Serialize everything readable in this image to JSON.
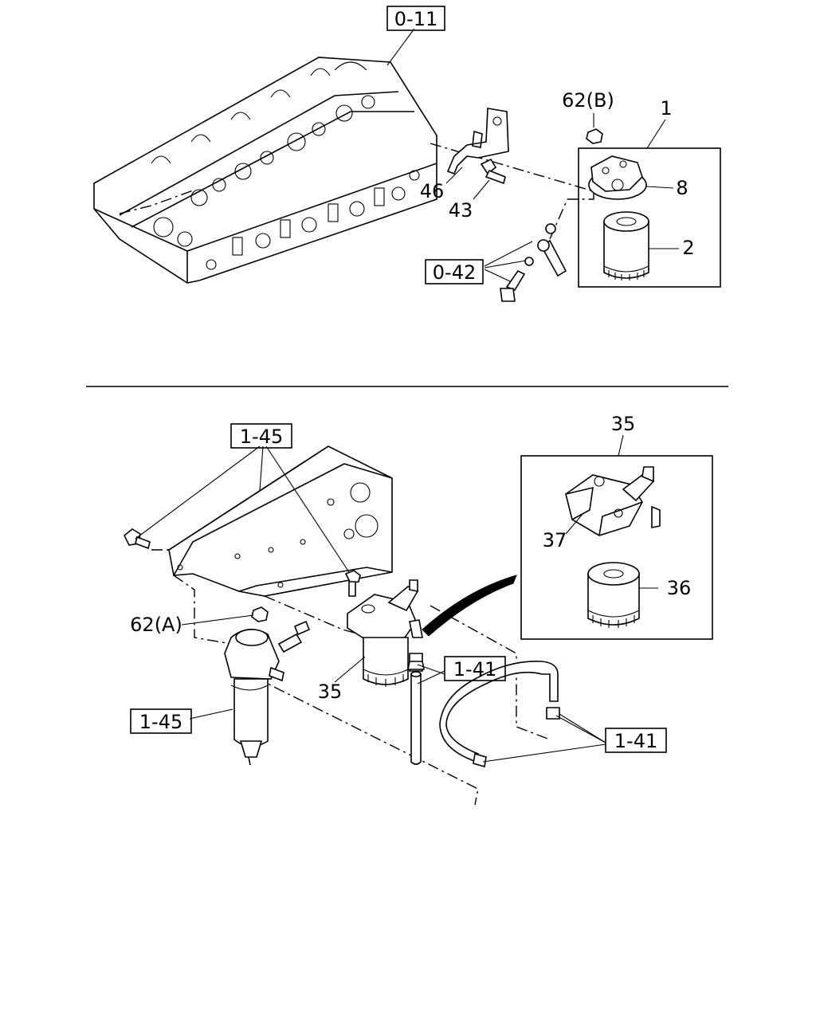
{
  "references": {
    "head": "0-11",
    "bolt_set": "0-42",
    "bracket": "1-45",
    "sedimenter": "1-45",
    "hose_clip_center": "1-41",
    "hose_clip_right": "1-41"
  },
  "callouts": {
    "assy_1": "1",
    "nut_62b": "62(B)",
    "head_8": "8",
    "element_2": "2",
    "bracket_46": "46",
    "bolt_43": "43",
    "filter_35_box": "35",
    "filter_35": "35",
    "head_37": "37",
    "element_36": "36",
    "nut_62a": "62(A)"
  }
}
